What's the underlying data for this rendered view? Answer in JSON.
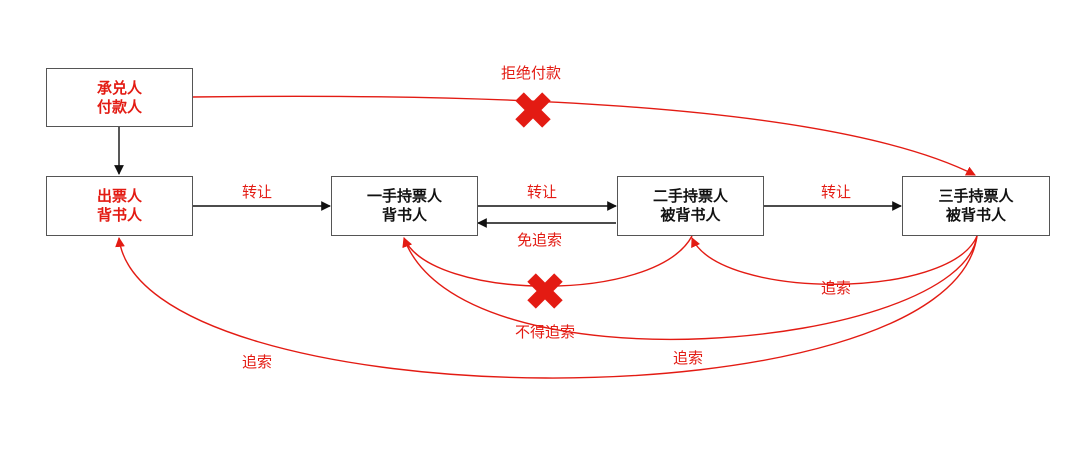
{
  "nodes": {
    "acceptor": {
      "line1": "承兑人",
      "line2": "付款人"
    },
    "drawer": {
      "line1": "出票人",
      "line2": "背书人"
    },
    "holder1": {
      "line1": "一手持票人",
      "line2": "背书人"
    },
    "holder2": {
      "line1": "二手持票人",
      "line2": "被背书人"
    },
    "holder3": {
      "line1": "三手持票人",
      "line2": "被背书人"
    }
  },
  "edges": {
    "refuse_payment": "拒绝付款",
    "transfer_1": "转让",
    "transfer_2": "转让",
    "transfer_3": "转让",
    "no_recourse_back": "免追索",
    "no_recourse": "不得追索",
    "recourse_3_to_2": "追索",
    "recourse_3_to_1": "追索",
    "recourse_3_to_drawer": "追索"
  },
  "colors": {
    "red": "#e31b13",
    "black": "#111111",
    "box_border": "#555555"
  }
}
